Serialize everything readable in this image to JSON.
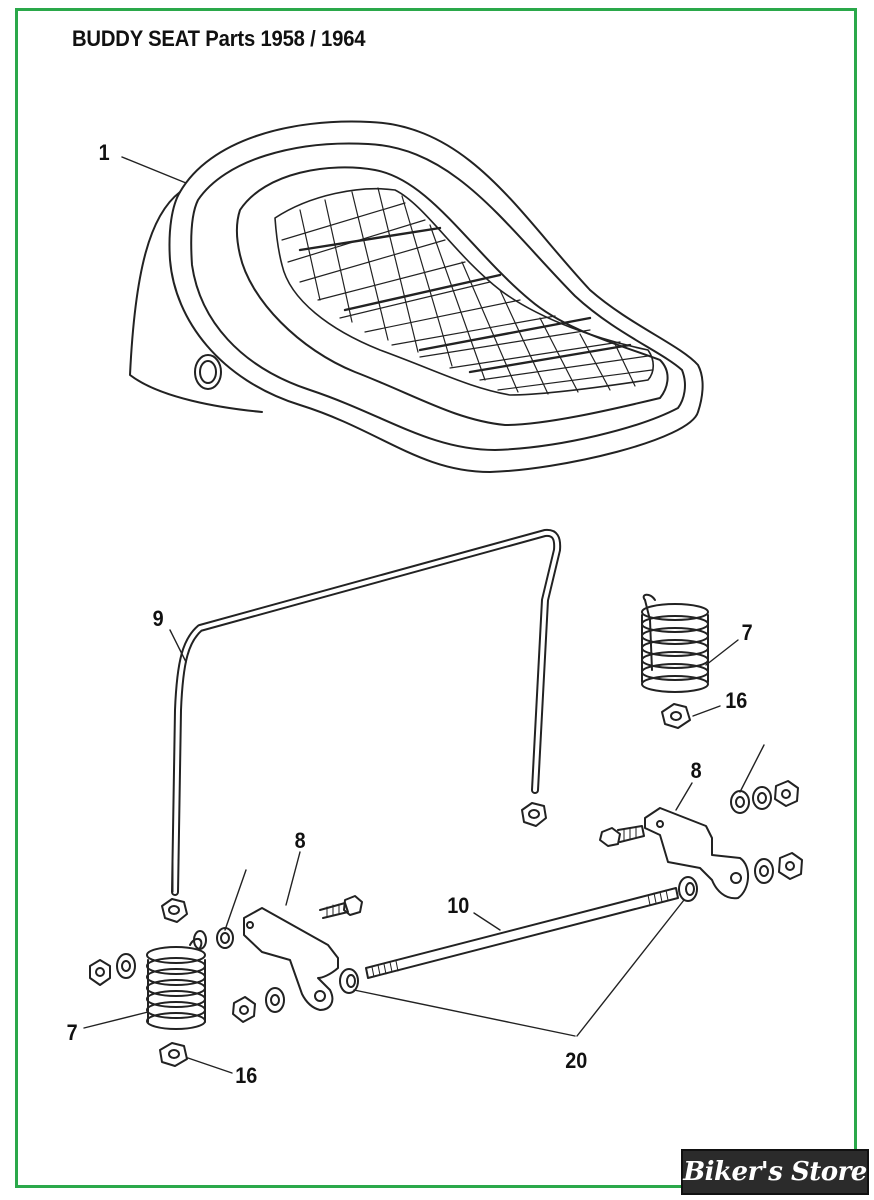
{
  "title": "BUDDY SEAT Parts 1958 / 1964",
  "callouts": {
    "c1": "1",
    "c9": "9",
    "c7_right": "7",
    "c16_right": "16",
    "c8_right": "8",
    "c8_left": "8",
    "c10": "10",
    "c7_left": "7",
    "c16_left": "16",
    "c20": "20"
  },
  "logo_text": "Biker's Store",
  "colors": {
    "frame": "#2aa84a",
    "logo_bg": "#2b2b2b",
    "ink": "#111111"
  }
}
